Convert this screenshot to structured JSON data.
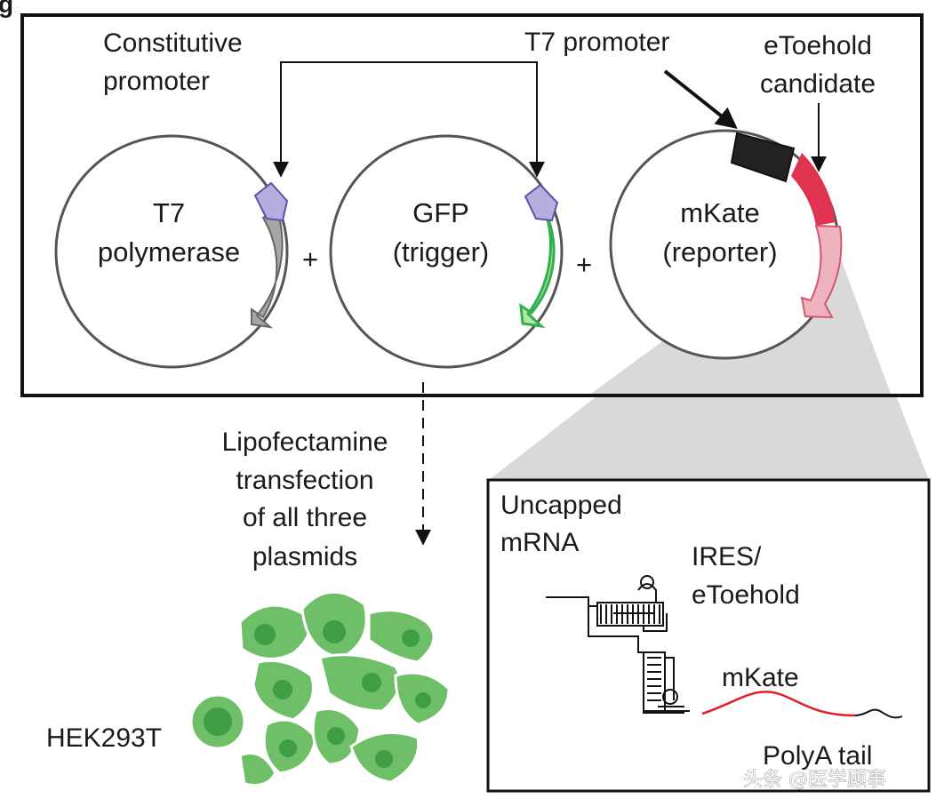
{
  "figure": {
    "panel_letter": "g",
    "labels": {
      "constitutive_promoter": [
        "Constitutive",
        "promoter"
      ],
      "t7_promoter": "T7 promoter",
      "etoehold_candidate": [
        "eToehold",
        "candidate"
      ],
      "plasmid_t7": [
        "T7",
        "polymerase"
      ],
      "plasmid_gfp": [
        "GFP",
        "(trigger)"
      ],
      "plasmid_mkate": [
        "mKate",
        "(reporter)"
      ],
      "plus": "+",
      "transfection": [
        "Lipofectamine",
        "transfection",
        "of all three",
        "plasmids"
      ],
      "cell_line": "HEK293T",
      "inset": {
        "uncapped": [
          "Uncapped",
          "mRNA"
        ],
        "ires": [
          "IRES/",
          "eToehold"
        ],
        "mkate": "mKate",
        "polya": "PolyA tail"
      }
    },
    "watermark": "头条 @医学顾事",
    "colors": {
      "promoter_purple": "#b7aee0",
      "t7_gene_gray": "#a6a6a6",
      "gfp_green": "#b9e3a8",
      "gfp_stroke": "#2fb04a",
      "reporter_red": "#e0334f",
      "reporter_light": "#efb3bf",
      "t7_promoter_black": "#222222",
      "cell_green": "#6fbf68",
      "cell_nucleus": "#3f9d45",
      "mrna_red": "#e01f2b",
      "zoom_gray": "#d9d9d9"
    }
  }
}
